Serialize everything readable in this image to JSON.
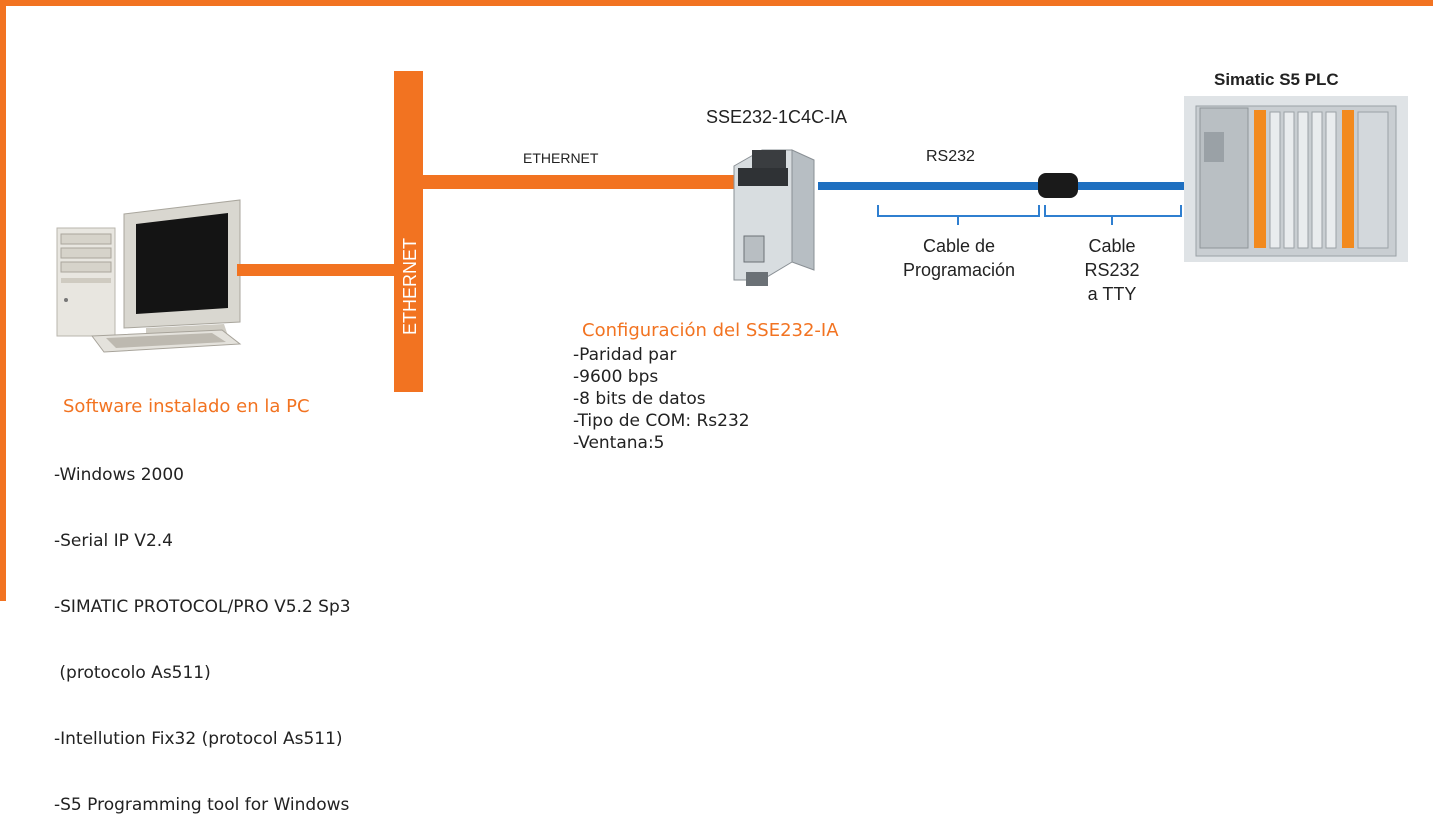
{
  "diagram": {
    "colors": {
      "frame": "#f27321",
      "ethernet": "#f27321",
      "rs232": "#1e6fc0",
      "bracket": "#2f7fd0",
      "text": "#222222"
    },
    "plc": {
      "title": "Simatic S5  PLC"
    },
    "converter": {
      "title": "SSE232-1C4C-IA"
    },
    "links": {
      "ethernet_bus_label": "ETHERNET",
      "ethernet_line_label": "ETHERNET",
      "rs232_label": "RS232"
    },
    "cables": {
      "programming": [
        "Cable de",
        "Programación"
      ],
      "rs232_tty": [
        "Cable",
        "RS232",
        "a TTY"
      ]
    },
    "config": {
      "heading": "Configuración del SSE232-IA",
      "items": [
        "-Paridad par",
        "-9600 bps",
        "-8 bits de datos",
        "-Tipo de COM: Rs232",
        "-Ventana:5"
      ]
    },
    "software": {
      "heading": "Software instalado en la PC",
      "items": [
        "-Windows 2000",
        "-Serial IP V2.4",
        "-SIMATIC PROTOCOL/PRO V5.2 Sp3",
        " (protocolo As511)",
        "-Intellution Fix32 (protocol As511)",
        "-S5 Programming tool for Windows"
      ]
    }
  }
}
